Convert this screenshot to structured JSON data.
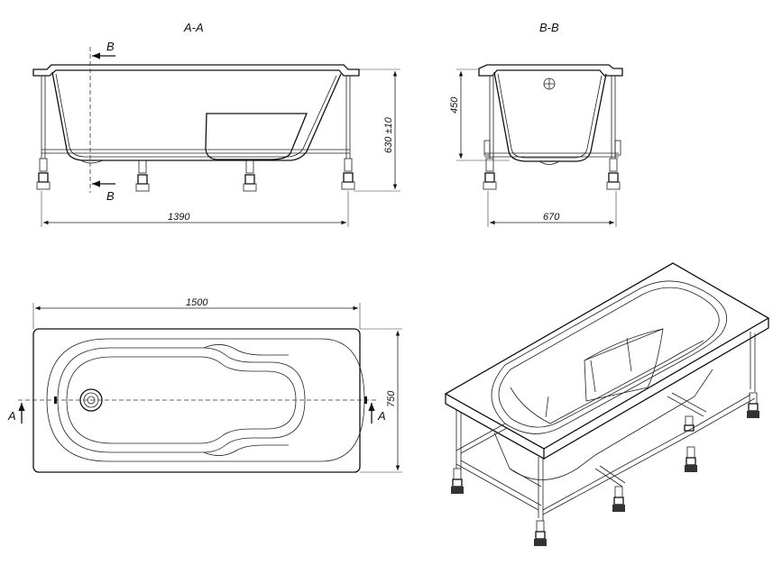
{
  "sections": {
    "aa_title": "A-A",
    "bb_title": "B-B",
    "cut_b_top": "B",
    "cut_b_bottom": "B",
    "cut_a_left": "A",
    "cut_a_right": "A"
  },
  "dimensions": {
    "side_length": "1390",
    "side_height": "630 ±10",
    "end_depth": "450",
    "end_width": "670",
    "top_length": "1500",
    "top_width": "750"
  },
  "colors": {
    "line": "#111111",
    "background": "#ffffff"
  }
}
